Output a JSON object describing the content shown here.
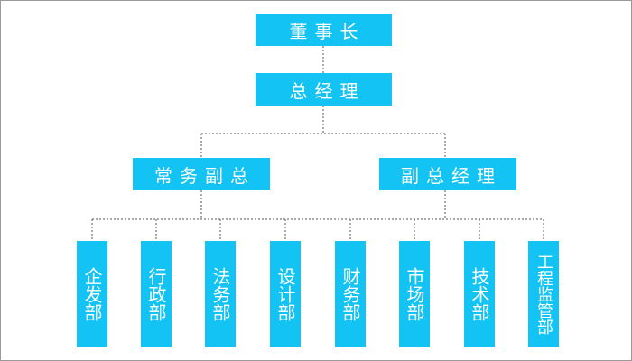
{
  "chairman": "董事长",
  "general_manager": "总经理",
  "vice_presidents": [
    {
      "label": "常务副总"
    },
    {
      "label": "副总经理"
    }
  ],
  "departments": [
    {
      "label": "企发部"
    },
    {
      "label": "行政部"
    },
    {
      "label": "法务部"
    },
    {
      "label": "设计部"
    },
    {
      "label": "财务部"
    },
    {
      "label": "市场部"
    },
    {
      "label": "技术部"
    },
    {
      "label": "工程监管部"
    }
  ],
  "colors": {
    "box_fill": "#12c3f3",
    "box_text": "#ffffff",
    "connector": "#555555",
    "frame": "#9a9a9a"
  }
}
